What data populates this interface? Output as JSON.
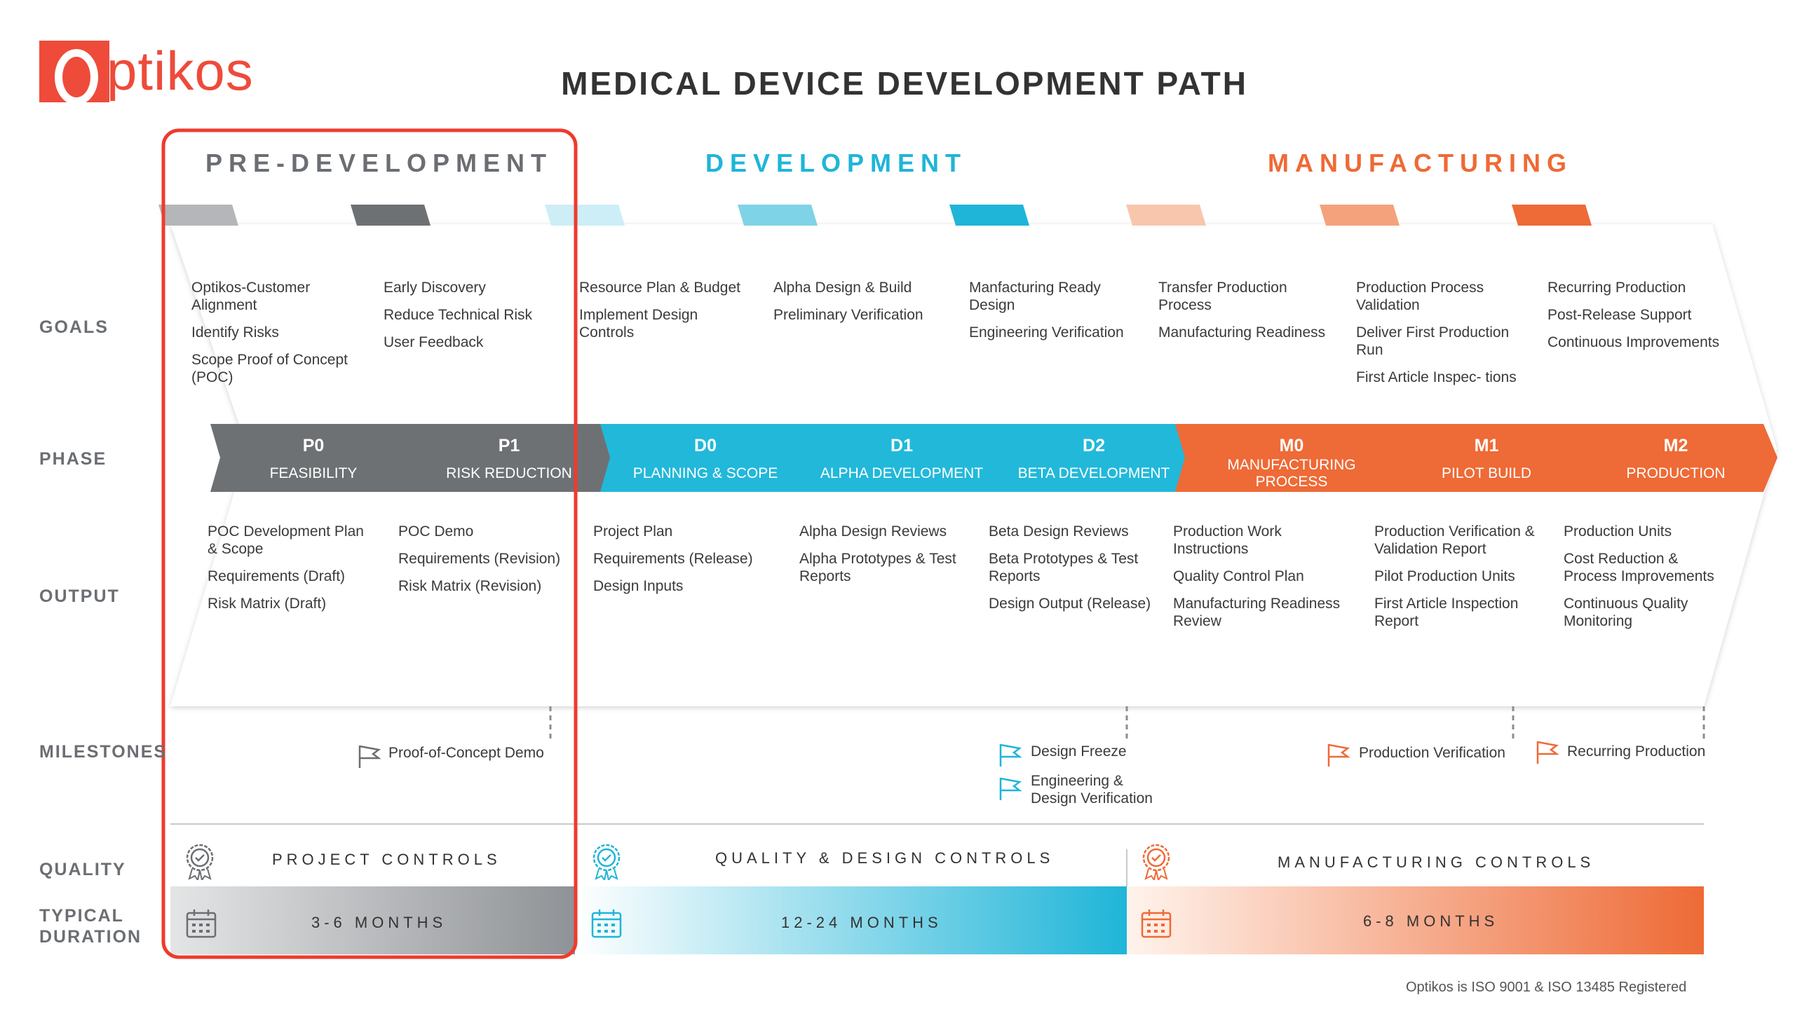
{
  "brand": {
    "name": "ptikos",
    "logo_letter": "O"
  },
  "title": "MEDICAL DEVICE DEVELOPMENT PATH",
  "stages": [
    {
      "label": "PRE-DEVELOPMENT",
      "color": "#6b6e72"
    },
    {
      "label": "DEVELOPMENT",
      "color": "#1fb5d8"
    },
    {
      "label": "MANUFACTURING",
      "color": "#ee6a36"
    }
  ],
  "row_labels": {
    "goals": "GOALS",
    "phase": "PHASE",
    "output": "OUTPUT",
    "milestones": "MILESTONES",
    "quality": "QUALITY",
    "duration_1": "TYPICAL",
    "duration_2": "DURATION"
  },
  "columns": [
    {
      "code": "P0",
      "name": "FEASIBILITY",
      "goals": [
        "Optikos-Customer Alignment",
        "Identify Risks",
        "Scope Proof of Concept (POC)"
      ],
      "outputs": [
        "POC Development Plan & Scope",
        "Requirements (Draft)",
        "Risk Matrix (Draft)"
      ]
    },
    {
      "code": "P1",
      "name": "RISK REDUCTION",
      "goals": [
        "Early Discovery",
        "Reduce Technical Risk",
        "User Feedback"
      ],
      "outputs": [
        "POC Demo",
        "Requirements (Revision)",
        "Risk Matrix (Revision)"
      ]
    },
    {
      "code": "D0",
      "name": "PLANNING & SCOPE",
      "goals": [
        "Resource Plan & Budget",
        "Implement Design Controls"
      ],
      "outputs": [
        "Project Plan",
        "Requirements (Release)",
        "Design Inputs"
      ]
    },
    {
      "code": "D1",
      "name": "ALPHA DEVELOPMENT",
      "goals": [
        "Alpha Design & Build",
        "Preliminary Verification"
      ],
      "outputs": [
        "Alpha Design Reviews",
        "Alpha Prototypes & Test Reports"
      ]
    },
    {
      "code": "D2",
      "name": "BETA DEVELOPMENT",
      "goals": [
        "Manfacturing Ready Design",
        "Engineering Verification"
      ],
      "outputs": [
        "Beta Design Reviews",
        "Beta Prototypes & Test Reports",
        "Design Output (Release)"
      ]
    },
    {
      "code": "M0",
      "name": "MANUFACTURING PROCESS",
      "goals": [
        "Transfer Production Process",
        "Manufacturing Readiness"
      ],
      "outputs": [
        "Production Work Instructions",
        "Quality Control Plan",
        "Manufacturing Readiness Review"
      ]
    },
    {
      "code": "M1",
      "name": "PILOT BUILD",
      "goals": [
        "Production Process Validation",
        "Deliver First Production Run",
        "First Article Inspec- tions"
      ],
      "outputs": [
        "Production Verification & Validation Report",
        "Pilot Production Units",
        "First Article Inspection Report"
      ]
    },
    {
      "code": "M2",
      "name": "PRODUCTION",
      "goals": [
        "Recurring Production",
        "Post-Release Support",
        "Continuous Improvements"
      ],
      "outputs": [
        "Production Units",
        "Cost Reduction & Process Improvements",
        "Continuous Quality Monitoring"
      ]
    }
  ],
  "column_colors": [
    "#b4b6b9",
    "#6e7174",
    "#cdeef7",
    "#7fd3e7",
    "#1fb5d8",
    "#f8c6ad",
    "#f4a27c",
    "#ee6a36"
  ],
  "milestones": {
    "poc": "Proof-of-Concept Demo",
    "design_freeze": "Design Freeze",
    "eng_verification": "Engineering & Design Verification",
    "prod_verification": "Production Verification",
    "recurring": "Recurring Production"
  },
  "controls": [
    {
      "label": "PROJECT CONTROLS",
      "duration": "3-6 MONTHS"
    },
    {
      "label": "QUALITY & DESIGN CONTROLS",
      "duration": "12-24 MONTHS"
    },
    {
      "label": "MANUFACTURING CONTROLS",
      "duration": "6-8 MONTHS"
    }
  ],
  "icons": {
    "quality": "award-badge-icon",
    "duration": "calendar-icon",
    "milestone": "flag-icon"
  },
  "footer": "Optikos is ISO 9001 & ISO 13485 Registered"
}
